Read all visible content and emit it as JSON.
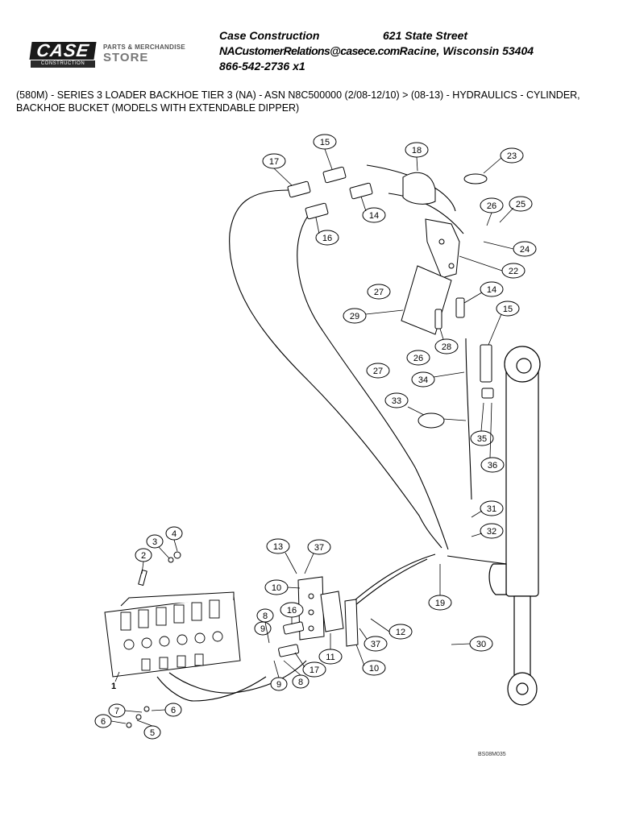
{
  "header": {
    "logo_text": "CASE",
    "logo_sub": "CONSTRUCTION",
    "store_line1": "PARTS & MERCHANDISE",
    "store_line2": "STORE",
    "company": "Case Construction",
    "street": "621 State Street",
    "email": "NACustomerRelations@casece.com",
    "city": "Racine, Wisconsin 53404",
    "phone": "866-542-2736 x1"
  },
  "title_line1": "(580M) - SERIES 3 LOADER BACKHOE TIER 3 (NA) - ASN N8C500000 (2/08-12/10) > (08-13) - HYDRAULICS - CYLINDER,",
  "title_line2": "BACKHOE BUCKET (MODELS WITH EXTENDABLE DIPPER)",
  "diagram_code": "BS08M035",
  "callouts": [
    "15",
    "17",
    "18",
    "23",
    "14",
    "16",
    "26",
    "25",
    "24",
    "22",
    "27",
    "14",
    "15",
    "29",
    "28",
    "26",
    "27",
    "34",
    "33",
    "35",
    "36",
    "31",
    "32",
    "13",
    "37",
    "2",
    "3",
    "4",
    "10",
    "19",
    "8",
    "16",
    "9",
    "12",
    "37",
    "30",
    "11",
    "17",
    "9",
    "8",
    "10",
    "1",
    "7",
    "6",
    "6",
    "5"
  ]
}
